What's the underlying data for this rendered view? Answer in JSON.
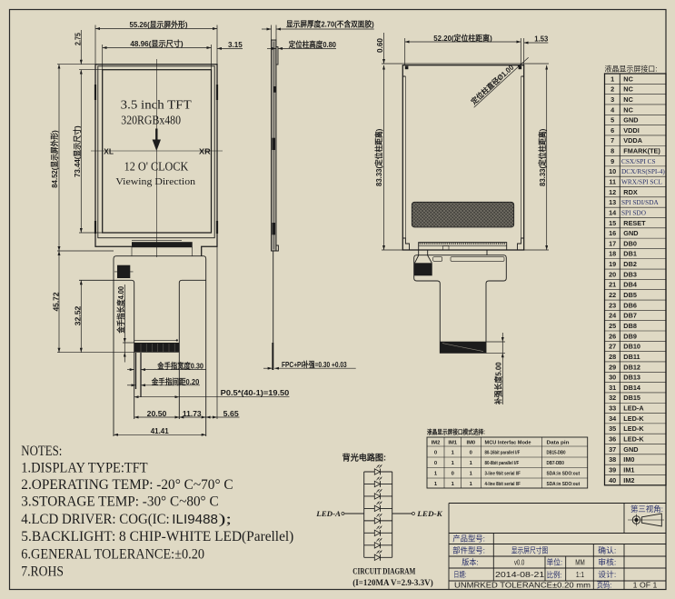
{
  "theme": {
    "paper": "#dfd9c4",
    "ink": "#1c1c1c",
    "annotation_ink": "#28306a"
  },
  "front_view": {
    "dimensions": {
      "outline_width": "55.26(显示屏外形)",
      "display_width": "48.96(显示尺寸)",
      "right_margin": "3.15",
      "top_margin": "2.75",
      "outline_height": "84.52(显示屏外形)",
      "display_height": "73.44(显示尺寸)",
      "fpc_extension": "45.72",
      "fpc_tail": "32.52",
      "gold_finger_length": "金手指长度4.00",
      "gold_finger_width": "金手指宽度0.30",
      "gold_finger_spacing": "金手指间距0.20",
      "finger_pitch": "P0.5*(40-1)=19.50",
      "tail_width": "20.50",
      "tail_right_offset": "11.73",
      "edge_offset": "5.65",
      "fpc_width": "41.41"
    },
    "panel": {
      "size": "3.5 inch TFT",
      "resolution": "320RGBx480",
      "viewing_clock": "12 O' CLOCK",
      "viewing_label": "Viewing Direction",
      "axis_left": "XL",
      "axis_right": "XR"
    }
  },
  "side_view": {
    "thickness": "显示屏厚度2.70(不含双面胶)",
    "pin_height": "定位柱高度0.80",
    "fpc_thickness": "FPC+PI补强=0.30 +0.03"
  },
  "back_view": {
    "pin_distance_x": "52.20(定位柱距离)",
    "pin_offset": "1.53",
    "top_offset": "0.60",
    "pin_diameter": "定位柱直径Ø1.00",
    "pin_distance_y_left": "83.33(定位柱距离)",
    "pin_distance_y_right": "83.33(定位柱距离)",
    "stiffener_length": "补强长度5.00"
  },
  "pin_table": {
    "title": "液晶显示屏接口:",
    "pins": [
      {
        "pin": "1",
        "signal": "NC"
      },
      {
        "pin": "2",
        "signal": "NC"
      },
      {
        "pin": "3",
        "signal": "NC"
      },
      {
        "pin": "4",
        "signal": "NC"
      },
      {
        "pin": "5",
        "signal": "GND"
      },
      {
        "pin": "6",
        "signal": "VDDI"
      },
      {
        "pin": "7",
        "signal": "VDDA"
      },
      {
        "pin": "8",
        "signal": "FMARK(TE)"
      },
      {
        "pin": "9",
        "signal": "CSX/SPI CS"
      },
      {
        "pin": "10",
        "signal": "DCX/RS(SPI-4)"
      },
      {
        "pin": "11",
        "signal": "WRX/SPI SCL"
      },
      {
        "pin": "12",
        "signal": "RDX"
      },
      {
        "pin": "13",
        "signal": "SPI SDI/SDA"
      },
      {
        "pin": "14",
        "signal": "SPI SDO"
      },
      {
        "pin": "15",
        "signal": "RESET"
      },
      {
        "pin": "16",
        "signal": "GND"
      },
      {
        "pin": "17",
        "signal": "DB0"
      },
      {
        "pin": "18",
        "signal": "DB1"
      },
      {
        "pin": "19",
        "signal": "DB2"
      },
      {
        "pin": "20",
        "signal": "DB3"
      },
      {
        "pin": "21",
        "signal": "DB4"
      },
      {
        "pin": "22",
        "signal": "DB5"
      },
      {
        "pin": "23",
        "signal": "DB6"
      },
      {
        "pin": "24",
        "signal": "DB7"
      },
      {
        "pin": "25",
        "signal": "DB8"
      },
      {
        "pin": "26",
        "signal": "DB9"
      },
      {
        "pin": "27",
        "signal": "DB10"
      },
      {
        "pin": "28",
        "signal": "DB11"
      },
      {
        "pin": "29",
        "signal": "DB12"
      },
      {
        "pin": "30",
        "signal": "DB13"
      },
      {
        "pin": "31",
        "signal": "DB14"
      },
      {
        "pin": "32",
        "signal": "DB15"
      },
      {
        "pin": "33",
        "signal": "LED-A"
      },
      {
        "pin": "34",
        "signal": "LED-K"
      },
      {
        "pin": "35",
        "signal": "LED-K"
      },
      {
        "pin": "36",
        "signal": "LED-K"
      },
      {
        "pin": "37",
        "signal": "GND"
      },
      {
        "pin": "38",
        "signal": "IM0"
      },
      {
        "pin": "39",
        "signal": "IM1"
      },
      {
        "pin": "40",
        "signal": "IM2"
      }
    ]
  },
  "interface_modes": {
    "title": "液晶显示屏接口模式选择:",
    "headers": [
      "IM2",
      "IM1",
      "IM0",
      "MCU Interfac Mode",
      "Data pin"
    ],
    "rows": [
      [
        "0",
        "1",
        "0",
        "80-16bit parallel I/F",
        "DB15-DB0"
      ],
      [
        "0",
        "1",
        "1",
        "80-8bit parallel I/F",
        "DB7-DB0"
      ],
      [
        "1",
        "0",
        "1",
        "3-line 9bit serial I/F",
        "SDA:in SDO:out"
      ],
      [
        "1",
        "1",
        "1",
        "4-line 8bit serial I/F",
        "SDA:in SDO:out"
      ]
    ]
  },
  "backlight_circuit": {
    "title": "背光电路图:",
    "anode_label": "LED-A",
    "cathode_label": "LED-K",
    "led_count": 8,
    "caption": "CIRCUIT DIAGRAM",
    "spec": "(I=120MA V=2.9-3.3V)"
  },
  "notes": {
    "heading": "NOTES:",
    "items": [
      {
        "text": "1.DISPLAY TYPE:TFT"
      },
      {
        "text": "2.OPERATING TEMP: -20° C~70° C"
      },
      {
        "text": "3.STORAGE TEMP: -30° C~80° C"
      },
      {
        "text": "4.LCD DRIVER: COG(IC:",
        "ic": "ILI9488",
        "tail": ");"
      },
      {
        "text": "5.BACKLIGHT: 8 CHIP-WHITE LED(Parellel)"
      },
      {
        "text": "6.GENERAL TOLERANCE:±0.20"
      },
      {
        "text": "7.ROHS"
      }
    ]
  },
  "title_block": {
    "projection_label": "第三视角:",
    "product_model_label": "产品型号:",
    "part_model_label": "部件型号:",
    "part_model": "显示屏尺寸图",
    "confirm_label": "确认:",
    "version_label": "版本:",
    "version": "v0.0",
    "unit_label": "单位:",
    "unit": "MM",
    "review_label": "审核:",
    "date_label": "日期:",
    "date": "2014-08-21",
    "scale_label": "比例:",
    "scale": "1:1",
    "design_label": "设计:",
    "tolerance": "UNMRKED TOLERANCE±0.20 mm",
    "page_label": "页码:",
    "page": "1 OF 1"
  }
}
